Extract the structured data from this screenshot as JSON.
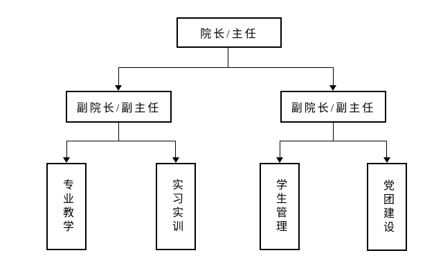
{
  "diagram": {
    "type": "org-chart",
    "colors": {
      "background": "#ffffff",
      "line": "#000000",
      "text": "#000000"
    },
    "nodes": {
      "root": {
        "label": "院长/主任",
        "orientation": "horizontal"
      },
      "vice_left": {
        "label": "副院长/副主任",
        "orientation": "horizontal"
      },
      "vice_right": {
        "label": "副院长/副主任",
        "orientation": "horizontal"
      },
      "leaf_1": {
        "label": "专业教学",
        "orientation": "vertical"
      },
      "leaf_2": {
        "label": "实习实训",
        "orientation": "vertical"
      },
      "leaf_3": {
        "label": "学生管理",
        "orientation": "vertical"
      },
      "leaf_4": {
        "label": "党团建设",
        "orientation": "vertical"
      }
    },
    "edges": [
      {
        "from": "root",
        "to": "vice_left",
        "arrow": "down"
      },
      {
        "from": "root",
        "to": "vice_right",
        "arrow": "down"
      },
      {
        "from": "vice_left",
        "to": "leaf_1",
        "arrow": "down"
      },
      {
        "from": "vice_left",
        "to": "leaf_2",
        "arrow": "down"
      },
      {
        "from": "vice_right",
        "to": "leaf_3",
        "arrow": "down"
      },
      {
        "from": "vice_right",
        "to": "leaf_4",
        "arrow": "down"
      }
    ]
  }
}
